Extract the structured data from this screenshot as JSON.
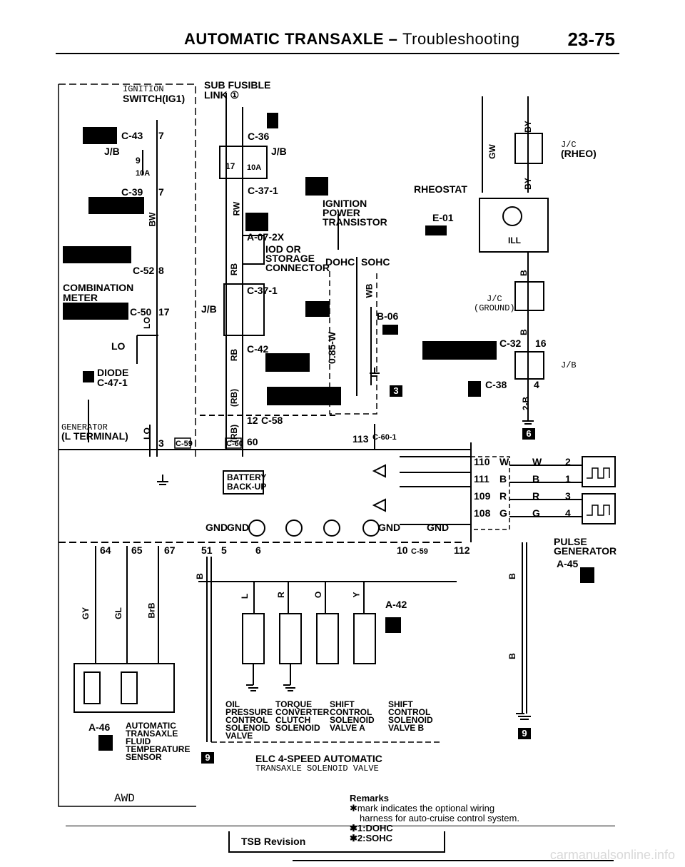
{
  "header": {
    "title": "AUTOMATIC TRANSAXLE",
    "dash": "–",
    "subtitle": "Troubleshooting",
    "page": "23-75"
  },
  "labels": {
    "ignition_switch_a": "IGNITION",
    "ignition_switch_b": "SWITCH(IG1)",
    "sub_fusible_a": "SUB FUSIBLE",
    "sub_fusible_b": "LINK ①",
    "c43": "C-43",
    "pin7a": "7",
    "jb1": "J/B",
    "fuse9": "9",
    "fuse10a": "10A",
    "c39": "C-39",
    "pin7b": "7",
    "c52": "C-52",
    "pin8": "8",
    "combination_a": "COMBINATION",
    "combination_b": "METER",
    "c50": "C-50",
    "pin17": "17",
    "lo1": "LO",
    "diode_a": "DIODE",
    "diode_b": "C-47-1",
    "generator_a": "GENERATOR",
    "generator_b": "(L TERMINAL)",
    "c59a": "C-59",
    "pin3": "3",
    "c36": "C-36",
    "jb2": "J/B",
    "fuse17": "17",
    "fuse10a2": "10A",
    "c371": "C-37-1",
    "ign_power_a": "IGNITION",
    "ign_power_b": "POWER",
    "ign_power_c": "TRANSISTOR",
    "a072x": "A-07-2X",
    "iod_a": "IOD OR",
    "iod_b": "STORAGE",
    "iod_c": "CONNECTOR",
    "dohc": "DOHC",
    "sohc": "SOHC",
    "c371b": "C-37-1",
    "jb3": "J/B",
    "c42": "C-42",
    "b06": "B-06",
    "wire085w": "0.85-W",
    "c58": "C-58",
    "pin12": "12",
    "c60": "C-60",
    "pin60": "60",
    "battery_a": "BATTERY",
    "battery_b": "BACK-UP",
    "c601": "C-60-1",
    "pin113": "113",
    "rheostat": "RHEOSTAT",
    "e01": "E-01",
    "ill": "ILL",
    "jc_rheo_a": "J/C",
    "jc_rheo_b": "(RHEO)",
    "jc_gnd_a": "J/C",
    "jc_gnd_b": "(GROUND)",
    "c32": "C-32",
    "pin16": "16",
    "jb4": "J/B",
    "c38": "C-38",
    "pin4": "4",
    "pulse_a": "PULSE",
    "pulse_b": "GENERATOR",
    "a45": "A-45",
    "pin110": "110",
    "pin111": "111",
    "pin109": "109",
    "pin108": "108",
    "w": "W",
    "b": "B",
    "r": "R",
    "g": "G",
    "p2": "2",
    "p1": "1",
    "p3": "3",
    "p4": "4",
    "pin64": "64",
    "pin65": "65",
    "pin67": "67",
    "pin51": "51",
    "pin5": "5",
    "pin6": "6",
    "c59b": "C-59",
    "pin10": "10",
    "pin112": "112",
    "a42": "A-42",
    "a46": "A-46",
    "fluid_a": "AUTOMATIC",
    "fluid_b": "TRANSAXLE",
    "fluid_c": "FLUID",
    "fluid_d": "TEMPERATURE",
    "fluid_e": "SENSOR",
    "oil_a": "OIL",
    "oil_b": "PRESSURE",
    "oil_c": "CONTROL",
    "oil_d": "SOLENOID",
    "oil_e": "VALVE",
    "tc_a": "TORQUE",
    "tc_b": "CONVERTER",
    "tc_c": "CLUTCH",
    "tc_d": "SOLENOID",
    "sa_a": "SHIFT",
    "sa_b": "CONTROL",
    "sa_c": "SOLENOID",
    "sa_d": "VALVE A",
    "sb_a": "SHIFT",
    "sb_b": "CONTROL",
    "sb_c": "SOLENOID",
    "sb_d": "VALVE B",
    "elc_a": "ELC 4-SPEED AUTOMATIC",
    "elc_b": "TRANSAXLE SOLENOID VALVE",
    "awd": "AWD",
    "gnd": "GND",
    "badge3": "3",
    "badge6": "6",
    "badge9": "9"
  },
  "wires": {
    "bw": "BW",
    "rw": "RW",
    "lo": "LO",
    "lo2": "LO",
    "rb": "RB",
    "rb2": "RB",
    "rb3": "(RB)",
    "rb4": "(RB)",
    "wb": "WB",
    "gw": "GW",
    "by1": "BY",
    "by2": "BY",
    "b1": "B",
    "b2": "B",
    "b_bot": "B",
    "b_bot2": "B",
    "twob": "2-B",
    "gy": "GY",
    "gl": "GL",
    "brb": "BrB",
    "l": "L",
    "rr": "R",
    "o": "O",
    "y": "Y",
    "bb": "B"
  },
  "remarks": {
    "title": "Remarks",
    "line1": "✱mark indicates the optional wiring",
    "line2": "harness for auto-cruise control system.",
    "line3": "✱1:DOHC",
    "line4": "✱2:SOHC"
  },
  "footer": {
    "tsb": "TSB Revision",
    "watermark": "carmanualsonline.info"
  }
}
